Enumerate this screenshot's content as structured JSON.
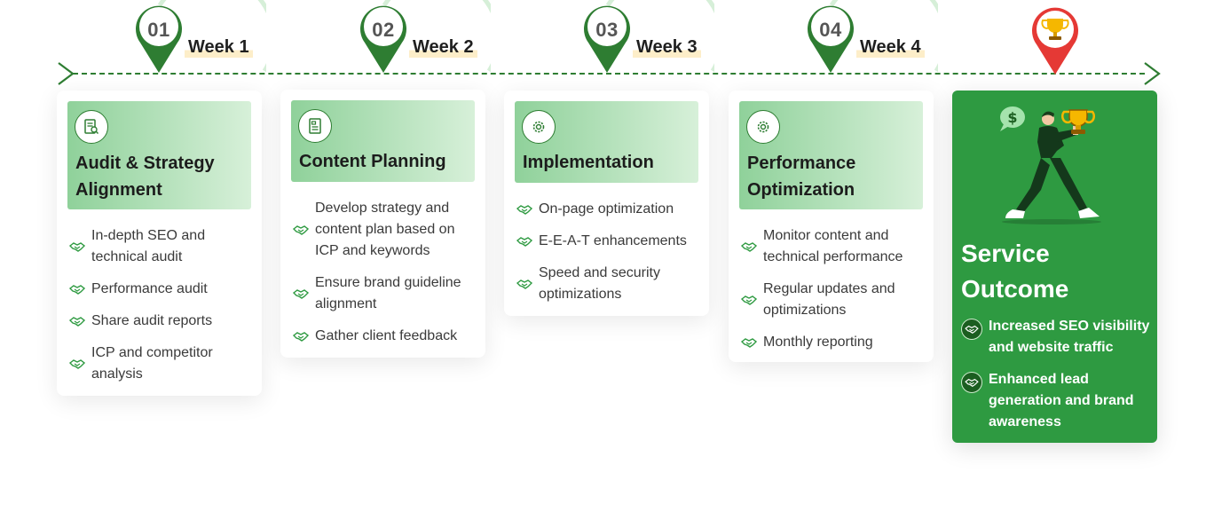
{
  "steps": [
    {
      "num": "01",
      "week": "Week 1",
      "title_lines": [
        "Audit & Strategy",
        "Alignment"
      ],
      "icon": "audit-document-icon",
      "bullets": [
        " In-depth SEO and technical audit",
        "Performance audit",
        "Share audit reports",
        "ICP and competitor analysis"
      ]
    },
    {
      "num": "02",
      "week": "Week 2",
      "title_lines": [
        "Content Planning"
      ],
      "icon": "content-plan-icon",
      "bullets": [
        "Develop strategy and content plan based on ICP and keywords",
        "Ensure brand guideline alignment",
        "Gather client feedback"
      ]
    },
    {
      "num": "03",
      "week": "Week 3",
      "title_lines": [
        "Implementation"
      ],
      "icon": "gear-icon",
      "bullets": [
        "On-page optimization",
        "E-E-A-T enhancements",
        "Speed and security optimizations"
      ]
    },
    {
      "num": "04",
      "week": "Week 4",
      "title_lines": [
        "Performance",
        "Optimization"
      ],
      "icon": "gear-icon",
      "bullets": [
        "Monitor content and technical performance",
        "Regular updates and optimizations",
        "Monthly reporting"
      ]
    }
  ],
  "outcome": {
    "title_lines": [
      "Service",
      "Outcome"
    ],
    "icon": "trophy-icon",
    "items": [
      "Increased SEO visibility and website traffic",
      "Enhanced lead generation and brand awareness"
    ]
  },
  "colors": {
    "primary_green": "#2e7d32",
    "outcome_green": "#2e9a41",
    "trophy_red": "#e53935",
    "trophy_gold": "#f5b700",
    "week_highlight": "#fdeec9"
  }
}
